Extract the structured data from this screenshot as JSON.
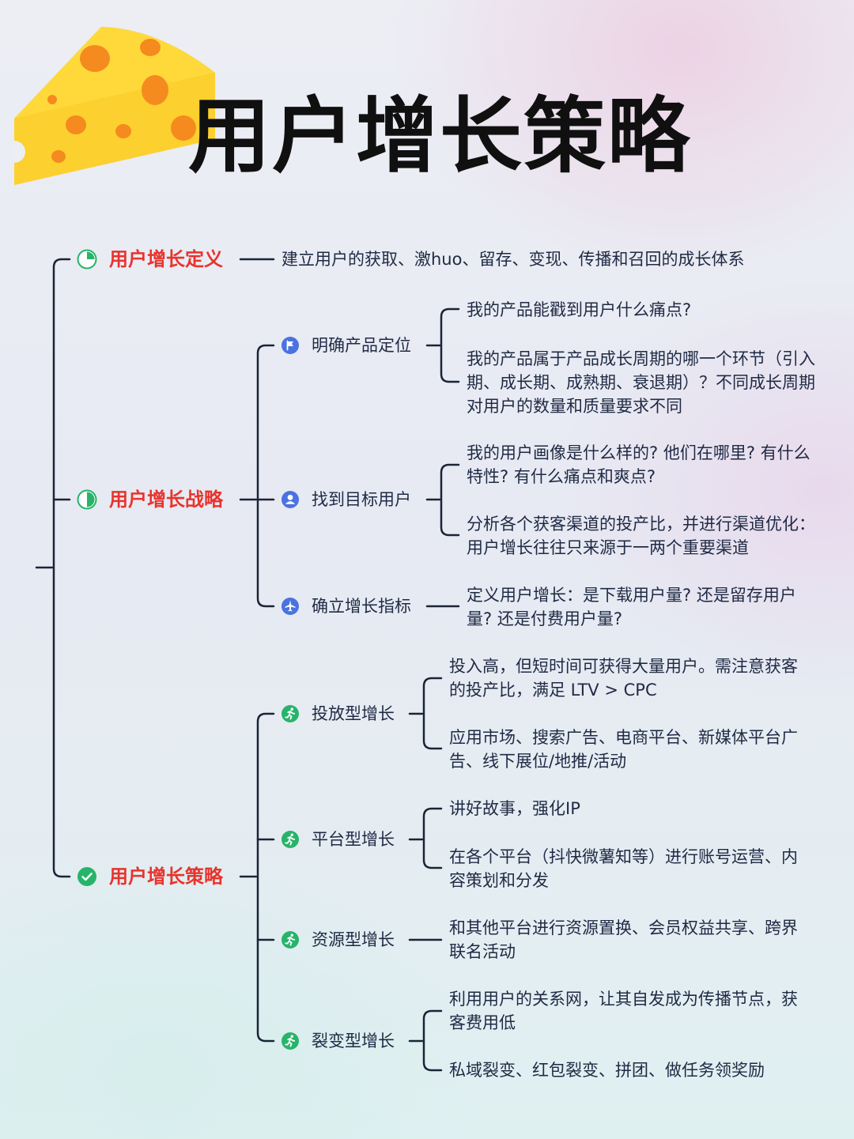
{
  "title": "用户增长策略",
  "colors": {
    "accent_red": "#e8332c",
    "line": "#1b2436",
    "icon_green": "#27b46a",
    "icon_blue": "#4a72e0",
    "cheese": "#fcd02e"
  },
  "branches": [
    {
      "label": "用户增长定义",
      "icon": "pie-quarter-icon",
      "description": "建立用户的获取、激huo、留存、变现、传播和召回的成长体系"
    },
    {
      "label": "用户增长战略",
      "icon": "pie-half-icon",
      "children": [
        {
          "label": "明确产品定位",
          "icon": "flag-icon",
          "leaves": [
            [
              "我的产品能戳到用户什么痛点?"
            ],
            [
              "我的产品属于产品成长周期的哪一个环节（引入",
              "期、成长期、成熟期、衰退期）？不同成长周期",
              "对用户的数量和质量要求不同"
            ]
          ]
        },
        {
          "label": "找到目标用户",
          "icon": "user-icon",
          "leaves": [
            [
              "我的用户画像是什么样的? 他们在哪里? 有什么",
              "特性? 有什么痛点和爽点?"
            ],
            [
              "分析各个获客渠道的投产比，并进行渠道优化：",
              "用户增长往往只来源于一两个重要渠道"
            ]
          ]
        },
        {
          "label": "确立增长指标",
          "icon": "airplane-icon",
          "leaves": [
            [
              "定义用户增长：是下载用户量? 还是留存用户",
              "量? 还是付费用户量?"
            ]
          ]
        }
      ]
    },
    {
      "label": "用户增长策略",
      "icon": "check-circle-icon",
      "children": [
        {
          "label": "投放型增长",
          "icon": "runner-icon",
          "leaves": [
            [
              "投入高，但短时间可获得大量用户。需注意获客",
              "的投产比，满足 LTV > CPC"
            ],
            [
              "应用市场、搜索广告、电商平台、新媒体平台广",
              "告、线下展位/地推/活动"
            ]
          ]
        },
        {
          "label": "平台型增长",
          "icon": "runner-icon",
          "leaves": [
            [
              "讲好故事，强化IP"
            ],
            [
              "在各个平台（抖快微薯知等）进行账号运营、内",
              "容策划和分发"
            ]
          ]
        },
        {
          "label": "资源型增长",
          "icon": "runner-icon",
          "leaves": [
            [
              "和其他平台进行资源置换、会员权益共享、跨界",
              "联名活动"
            ]
          ]
        },
        {
          "label": "裂变型增长",
          "icon": "runner-icon",
          "leaves": [
            [
              "利用用户的关系网，让其自发成为传播节点，获",
              "客费用低"
            ],
            [
              "私域裂变、红包裂变、拼团、做任务领奖励"
            ]
          ]
        }
      ]
    }
  ]
}
